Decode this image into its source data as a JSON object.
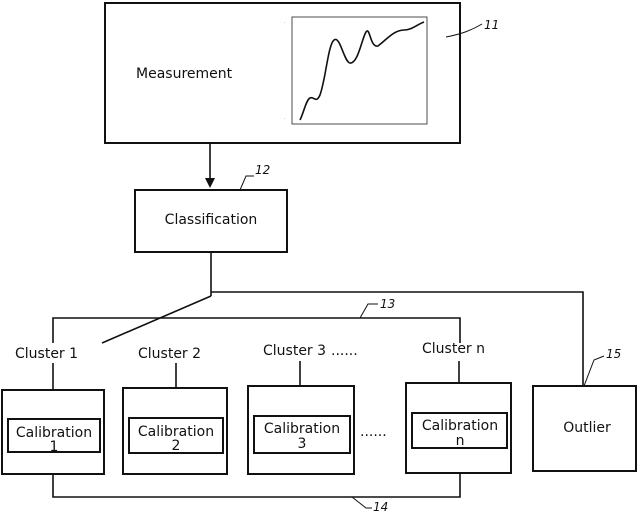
{
  "measurement": {
    "label": "Measurement",
    "ref": "11"
  },
  "classification": {
    "label": "Classification",
    "ref": "12"
  },
  "cluster_group_ref": "13",
  "calibration_group_ref": "14",
  "outlier": {
    "label": "Outlier",
    "ref": "15"
  },
  "clusters": [
    {
      "label": "Cluster  1",
      "cal_label": "Calibration",
      "cal_num": "1"
    },
    {
      "label": "Cluster  2",
      "cal_label": "Calibration",
      "cal_num": "2"
    },
    {
      "label": "Cluster  3",
      "cal_label": "Calibration",
      "cal_num": "3"
    },
    {
      "label": "Cluster  n",
      "cal_label": "Calibration",
      "cal_num": "n"
    }
  ],
  "ellipsis_label": "......",
  "ellipsis_calibration": "......"
}
